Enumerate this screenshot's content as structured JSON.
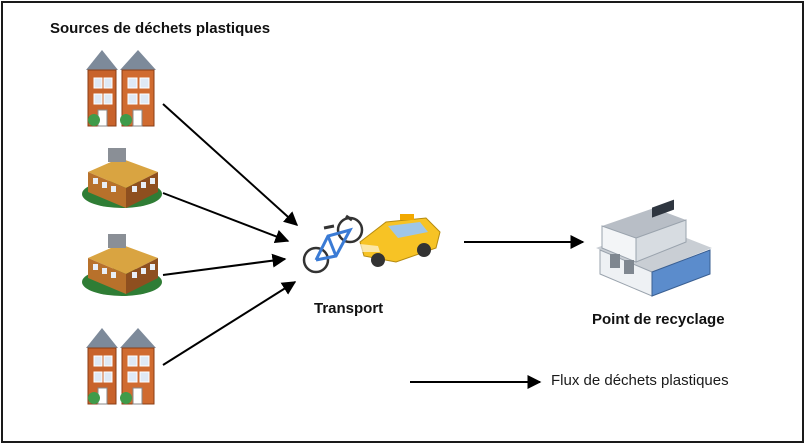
{
  "diagram": {
    "title": "Sources de déchets plastiques",
    "transport_label": "Transport",
    "destination_label": "Point de recyclage",
    "legend_label": "Flux de déchets plastiques"
  },
  "sources": [
    {
      "kind": "townhouses-icon"
    },
    {
      "kind": "school-building-icon"
    },
    {
      "kind": "school-building-icon"
    },
    {
      "kind": "townhouses-icon"
    }
  ],
  "colors": {
    "brick": "#c8632b",
    "roof": "#7d8a9a",
    "taxi": "#f7c325",
    "bike": "#3a7bd5",
    "arrow": "#000000"
  }
}
